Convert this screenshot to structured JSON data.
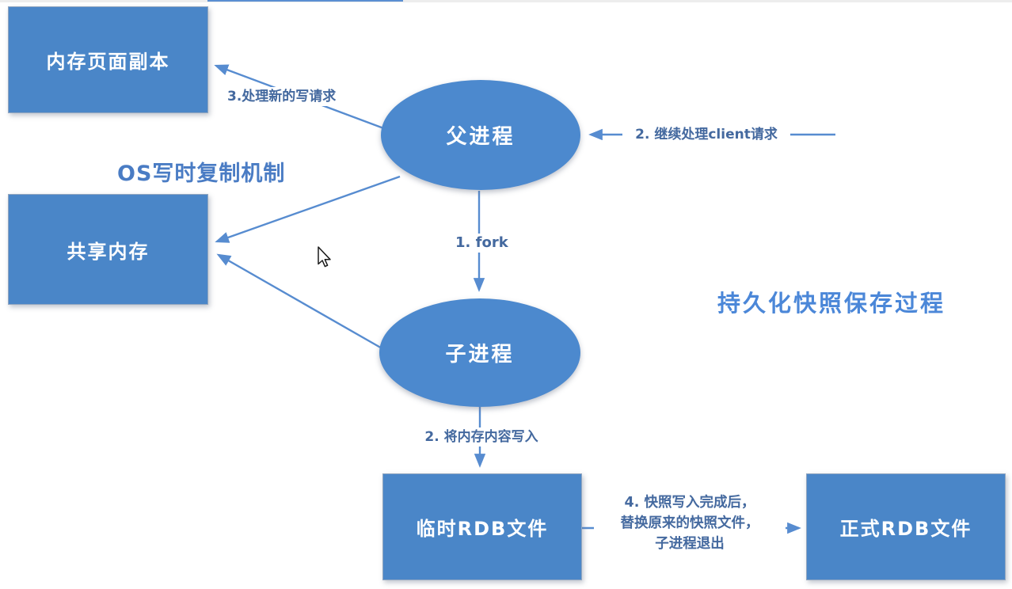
{
  "diagram": {
    "title_left": "OS写时复制机制",
    "title_right": "持久化快照保存过程"
  },
  "nodes": {
    "memory_page_copy": "内存页面副本",
    "shared_memory": "共享内存",
    "parent_process": "父进程",
    "child_process": "子进程",
    "temp_rdb_file": "临时RDB文件",
    "official_rdb_file": "正式RDB文件"
  },
  "edge_labels": {
    "handle_new_writes": "3.处理新的写请求",
    "continue_client": "2. 继续处理client请求",
    "fork": "1. fork",
    "write_memory": "2. 将内存内容写入",
    "replace_snapshot": [
      "4. 快照写入完成后，",
      "替换原来的快照文件，",
      "子进程退出"
    ]
  },
  "colors": {
    "node_fill": "#4a86c8",
    "ellipse_fill": "#4c89ce",
    "arrow": "#578cd0",
    "edge_label_text": "#44699f",
    "title_left_text": "#4a7cc4",
    "title_right_text": "#4b87d8",
    "node_text": "#ffffff",
    "background": "#ffffff"
  }
}
